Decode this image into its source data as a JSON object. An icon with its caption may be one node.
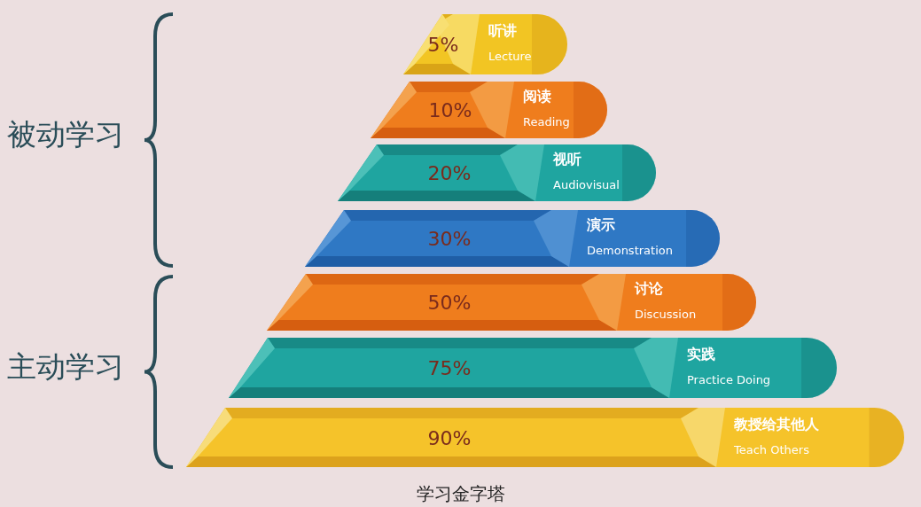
{
  "diagram": {
    "caption": "学习金字塔",
    "nodes": [
      {
        "text": [
          "5%",
          "听讲",
          "Lecture"
        ]
      },
      {
        "text": [
          "10%",
          "阅读",
          "Reading"
        ]
      },
      {
        "text": [
          "20%",
          "视听",
          "Audiovisual"
        ]
      },
      {
        "text": [
          "30%",
          "演示",
          "Demonstration"
        ]
      },
      {
        "text": [
          "50%",
          "讨论",
          "Discussion"
        ]
      },
      {
        "text": [
          "75%",
          "实践",
          "Practice Doing"
        ]
      },
      {
        "text": [
          "90%",
          "教授给其他人",
          "Teach Others"
        ]
      }
    ],
    "labels": [
      "被动学习",
      "主动学习"
    ]
  }
}
